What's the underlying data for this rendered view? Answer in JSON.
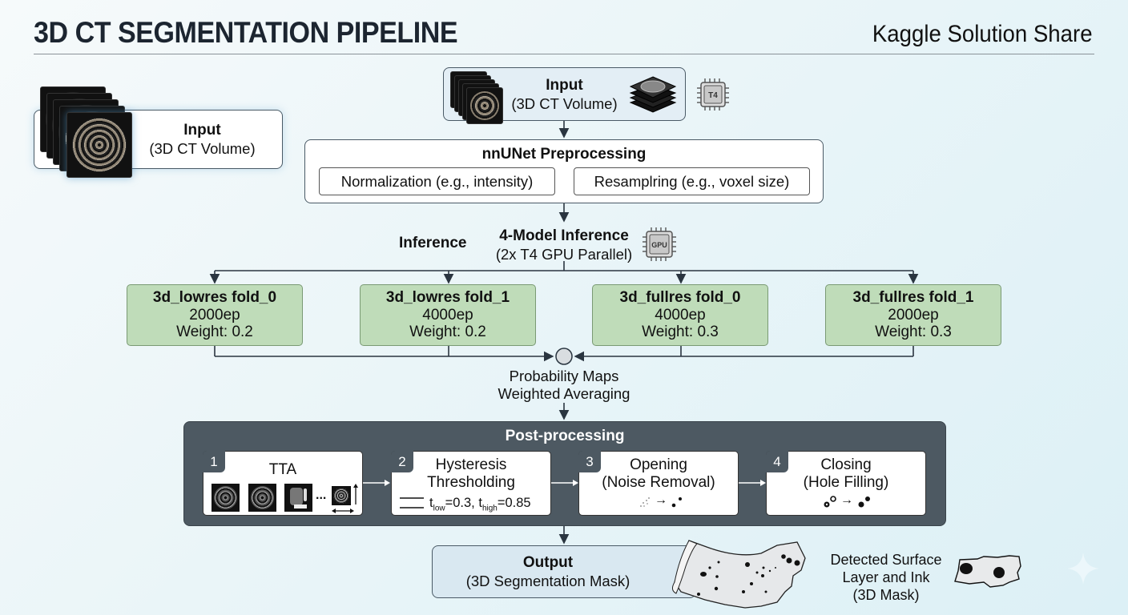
{
  "header": {
    "title": "3D CT SEGMENTATION PIPELINE",
    "subtitle": "Kaggle Solution Share"
  },
  "input_left": {
    "title": "Input",
    "subtitle": "(3D CT Volume)",
    "icon": "ct-slice-stack-icon"
  },
  "input_top": {
    "title": "Input",
    "subtitle": "(3D CT Volume)",
    "icons": [
      "ct-slice-stack-icon",
      "layered-volume-icon"
    ],
    "chip_label": "T4"
  },
  "preprocessing": {
    "title": "nnUNet Preprocessing",
    "steps": [
      "Normalization (e.g., intensity)",
      "Resamplring (e.g., voxel size)"
    ]
  },
  "inference": {
    "side_label": "Inference",
    "title": "4-Model Inference",
    "subtitle": "(2x T4 GPU Parallel)",
    "chip_label": "GPU"
  },
  "models": [
    {
      "name": "3d_lowres fold_0",
      "epochs": "2000ep",
      "weight": "Weight: 0.2"
    },
    {
      "name": "3d_lowres fold_1",
      "epochs": "4000ep",
      "weight": "Weight: 0.2"
    },
    {
      "name": "3d_fullres fold_0",
      "epochs": "4000ep",
      "weight": "Weight: 0.3"
    },
    {
      "name": "3d_fullres fold_1",
      "epochs": "2000ep",
      "weight": "Weight: 0.3"
    }
  ],
  "ensemble": {
    "line1": "Probability Maps",
    "line2": "Weighted Averaging"
  },
  "postprocessing": {
    "title": "Post-processing",
    "steps": [
      {
        "num": "1",
        "line1": "TTA",
        "line2": "",
        "detail": "..."
      },
      {
        "num": "2",
        "line1": "Hysteresis",
        "line2": "Thresholding",
        "t_low_sub": "low",
        "t_low_val": "=0.3, ",
        "t_high_sub": "high",
        "t_high_val": "=0.85"
      },
      {
        "num": "3",
        "line1": "Opening",
        "line2": "(Noise Removal)",
        "arrow": "→"
      },
      {
        "num": "4",
        "line1": "Closing",
        "line2": "(Hole Filling)",
        "arrow": "→"
      }
    ]
  },
  "output": {
    "title": "Output",
    "subtitle": "(3D Segmentation Mask)",
    "caption_lines": [
      "Detected Surface",
      "Layer and Ink",
      "(3D Mask)"
    ]
  },
  "colors": {
    "model_fill": "#bfdcb9",
    "post_panel": "#4d5962",
    "input_top_fill": "#e3eef5",
    "output_fill": "#d9e8f1"
  }
}
